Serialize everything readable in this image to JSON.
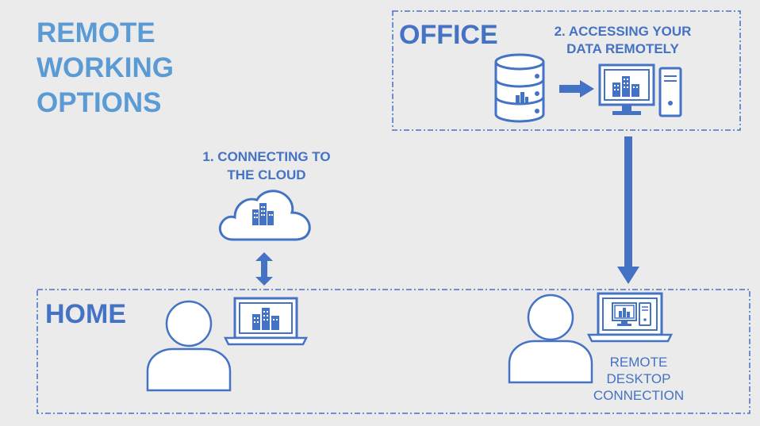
{
  "title": {
    "line1": "REMOTE",
    "line2": "WORKING",
    "line3": "OPTIONS"
  },
  "office": {
    "label": "OFFICE",
    "caption_line1": "2. ACCESSING YOUR",
    "caption_line2": "DATA REMOTELY"
  },
  "cloud": {
    "caption_line1": "1. CONNECTING TO",
    "caption_line2": "THE CLOUD"
  },
  "home": {
    "label": "HOME",
    "rdc_line1": "REMOTE",
    "rdc_line2": "DESKTOP",
    "rdc_line3": "CONNECTION"
  },
  "colors": {
    "background": "#ebebeb",
    "accent_dark": "#4472c4",
    "accent_light": "#5b9bd5",
    "icon_fill": "#ffffff"
  },
  "icons": [
    "server-icon",
    "arrow-right-icon",
    "desktop-computer-icon",
    "arrow-down-icon",
    "cloud-icon",
    "arrow-updown-icon",
    "person-icon",
    "laptop-icon",
    "laptop-remote-desktop-icon"
  ]
}
